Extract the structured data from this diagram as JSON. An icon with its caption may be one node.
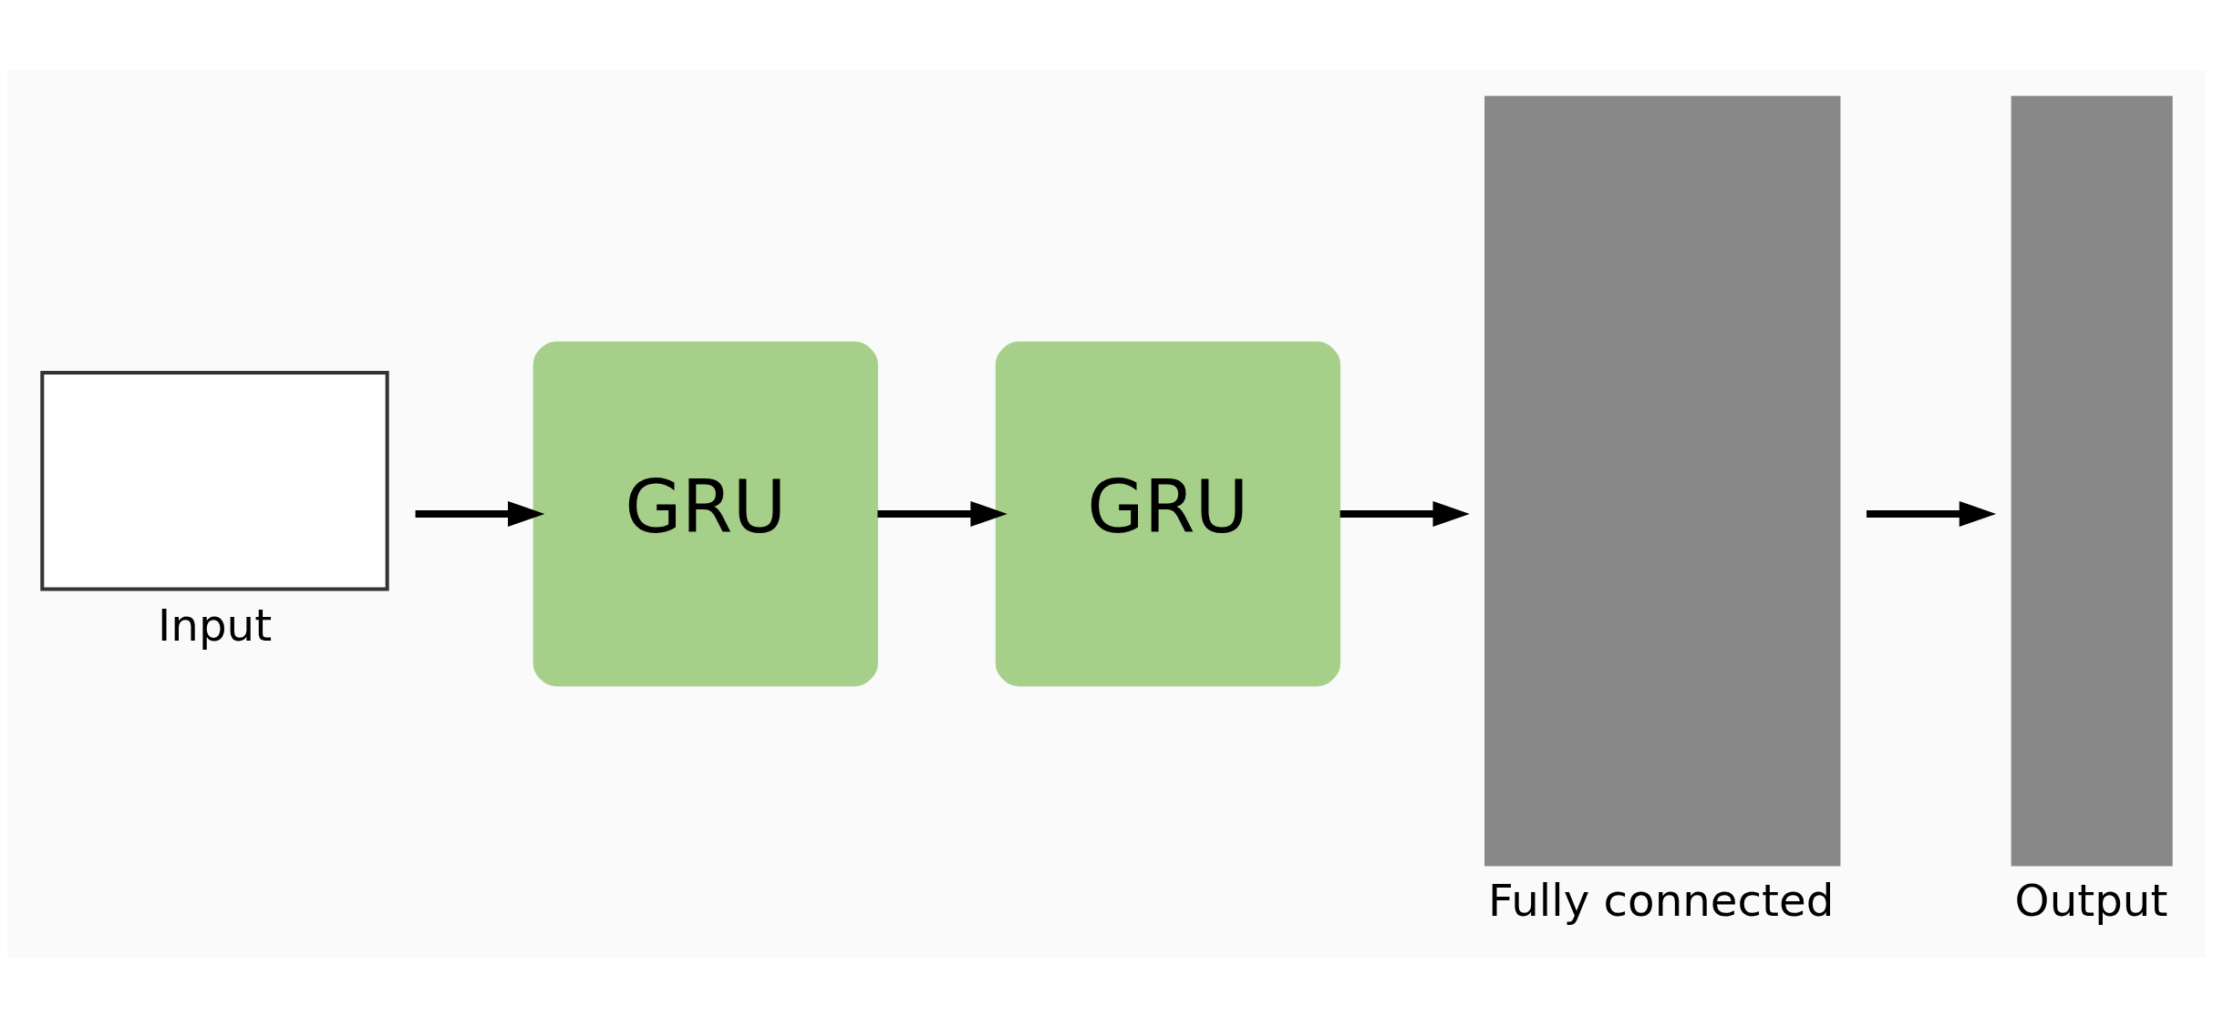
{
  "diagram": {
    "nodes": [
      {
        "text": [
          "Input"
        ]
      },
      {
        "text": [
          "GRU"
        ]
      },
      {
        "text": [
          "GRU"
        ]
      },
      {
        "text": [
          "Fully connected"
        ]
      },
      {
        "text": [
          "Output"
        ]
      }
    ],
    "edges": [
      {
        "from": 0,
        "to": 1,
        "arrow": "to"
      },
      {
        "from": 1,
        "to": 2,
        "arrow": "to"
      },
      {
        "from": 2,
        "to": 3,
        "arrow": "to"
      },
      {
        "from": 3,
        "to": 4,
        "arrow": "to"
      }
    ]
  }
}
